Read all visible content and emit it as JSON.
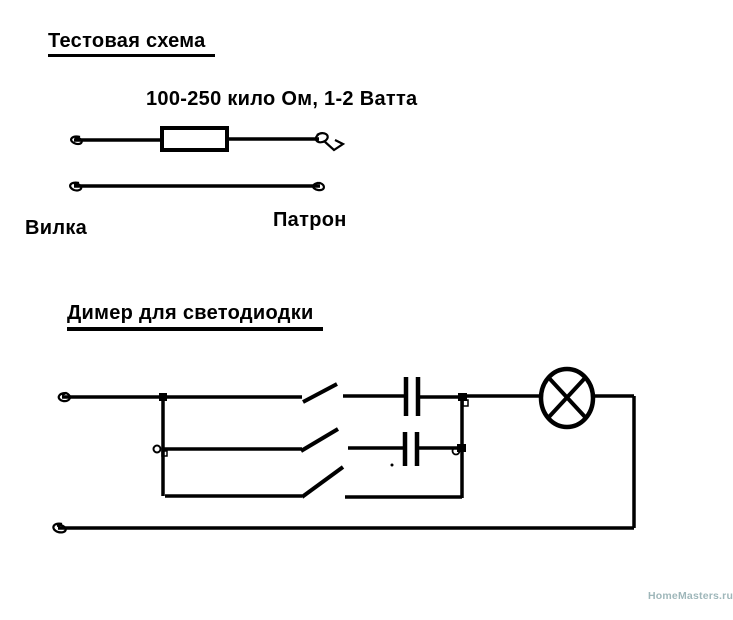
{
  "canvas": {
    "background": "#ffffff",
    "ink": "#000000"
  },
  "test_circuit": {
    "title": "Тестовая схема",
    "resistor_label": "100-250 кило Ом, 1-2 Ватта",
    "plug_label": "Вилка",
    "socket_label": "Патрон"
  },
  "dimmer_circuit": {
    "title": "Димер для светодиодки"
  },
  "icons": {
    "resistor-icon": "rectangle-on-wire",
    "switch-icon": "open-blade-diagonal",
    "capacitor-icon": "two-parallel-plates",
    "lamp-icon": "circle-with-x",
    "terminal-icon": "scribble-loop",
    "junction-icon": "filled-square-dot"
  },
  "watermark": {
    "text": "HomeMasters.ru",
    "color": "#9fb7ba"
  }
}
